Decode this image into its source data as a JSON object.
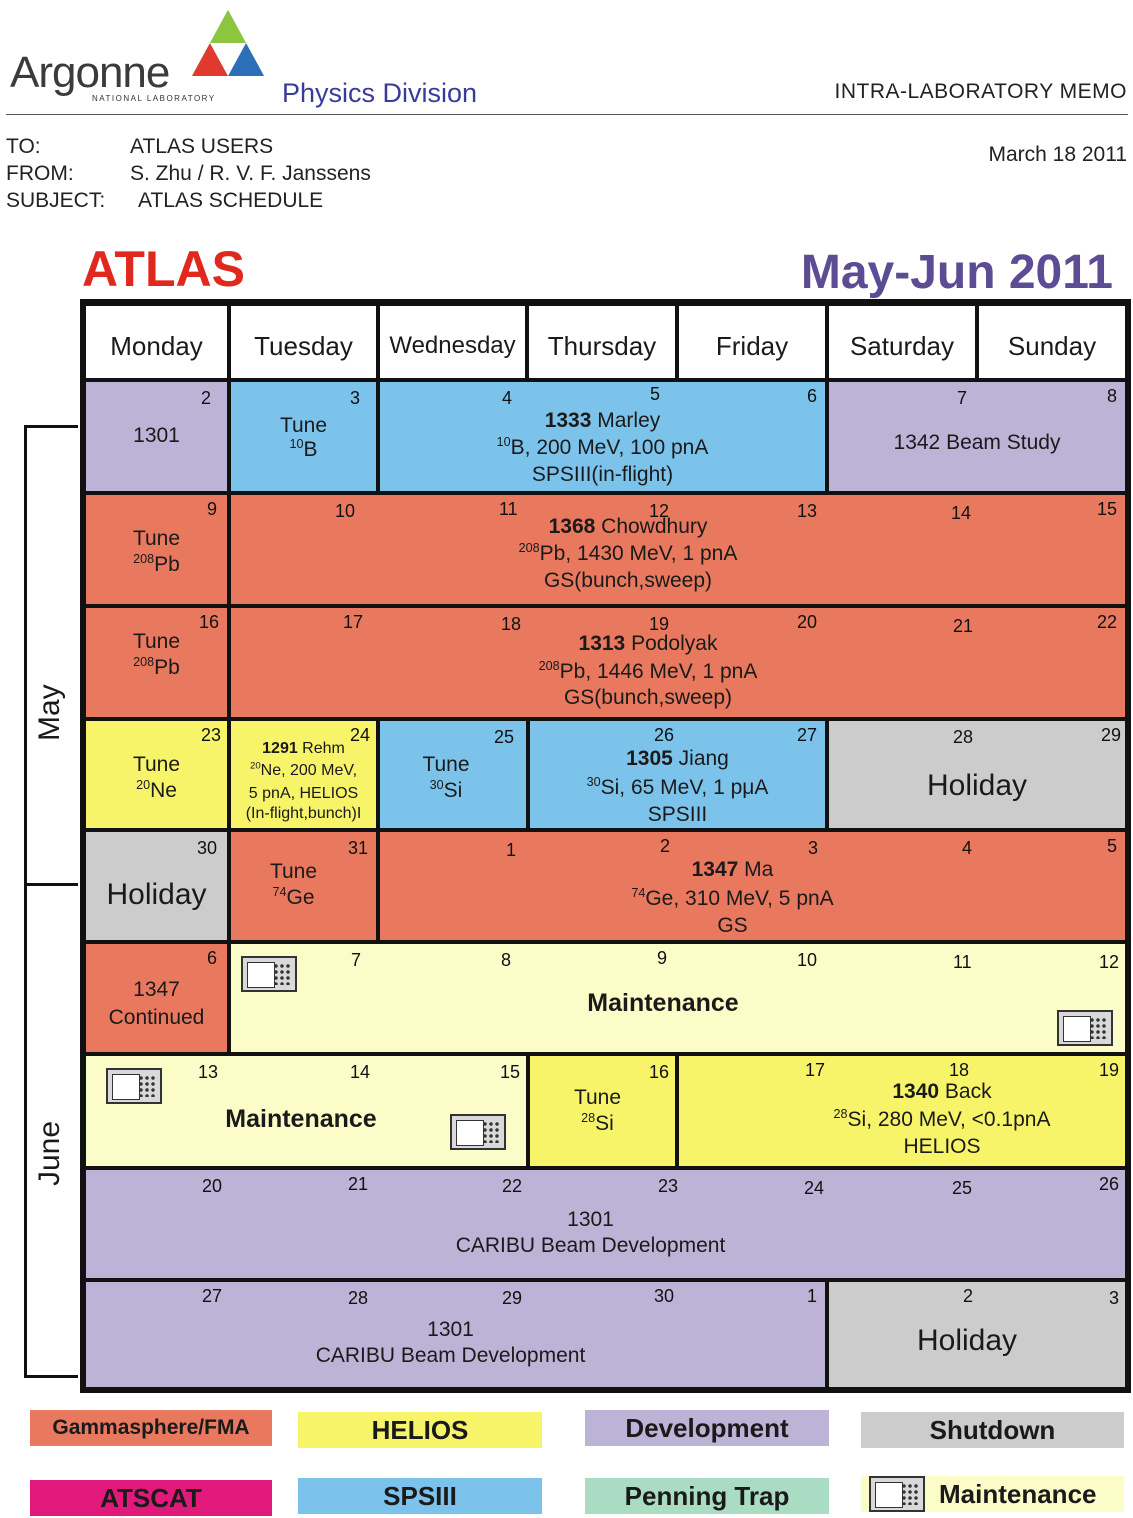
{
  "header": {
    "logo_word": "Argonne",
    "logo_sub": "NATIONAL LABORATORY",
    "division": "Physics Division",
    "memo_type": "INTRA-LABORATORY MEMO",
    "to_label": "TO:",
    "to_value": "ATLAS USERS",
    "from_label": "FROM:",
    "from_value": "S. Zhu / R. V. F. Janssens",
    "subject_label": "SUBJECT:",
    "subject_value": "ATLAS SCHEDULE",
    "date": "March 18 2011",
    "atlas_title": "ATLAS",
    "period_title": "May-Jun 2011"
  },
  "days": [
    "Monday",
    "Tuesday",
    "Wednesday",
    "Thursday",
    "Friday",
    "Saturday",
    "Sunday"
  ],
  "months": {
    "may": "May",
    "june": "June"
  },
  "day_numbers": [
    [
      "2",
      "3",
      "4",
      "5",
      "6",
      "7",
      "8"
    ],
    [
      "9",
      "10",
      "11",
      "12",
      "13",
      "14",
      "15"
    ],
    [
      "16",
      "17",
      "18",
      "19",
      "20",
      "21",
      "22"
    ],
    [
      "23",
      "24",
      "25",
      "26",
      "27",
      "28",
      "29"
    ],
    [
      "30",
      "31",
      "1",
      "2",
      "3",
      "4",
      "5"
    ],
    [
      "6",
      "7",
      "8",
      "9",
      "10",
      "11",
      "12"
    ],
    [
      "13",
      "14",
      "15",
      "16",
      "17",
      "18",
      "19"
    ],
    [
      "20",
      "21",
      "22",
      "23",
      "24",
      "25",
      "26"
    ],
    [
      "27",
      "28",
      "29",
      "30",
      "1",
      "2",
      "3"
    ]
  ],
  "events": {
    "w1_1301": "1301",
    "w1_tune": "Tune",
    "w1_tune_iso": "10",
    "w1_tune_el": "B",
    "w1_num": "1333",
    "w1_name": " Marley",
    "w1_iso": "10",
    "w1_beam": "B, 200 MeV, 100 pnA",
    "w1_dev": "SPSIII(in-flight)",
    "w1_study": "1342 Beam Study",
    "w2_tune": "Tune",
    "w2_iso": "208",
    "w2_el": "Pb",
    "w2_num": "1368",
    "w2_name": " Chowdhury",
    "w2_biso": "208",
    "w2_beam": "Pb, 1430 MeV, 1 pnA",
    "w2_dev": "GS(bunch,sweep)",
    "w3_tune": "Tune",
    "w3_iso": "208",
    "w3_el": "Pb",
    "w3_num": "1313",
    "w3_name": " Podolyak",
    "w3_biso": "208",
    "w3_beam": "Pb, 1446 MeV, 1 pnA",
    "w3_dev": "GS(bunch,sweep)",
    "w4_tune": "Tune",
    "w4_iso": "20",
    "w4_el": "Ne",
    "w4_hel_num": "1291",
    "w4_hel_name": " Rehm",
    "w4_hel_iso": "20",
    "w4_hel_l1": "Ne, 200 MeV,",
    "w4_hel_l2": "5 pnA, HELIOS",
    "w4_hel_l3": "(In-flight,bunch)I",
    "w4_tune2": "Tune",
    "w4_iso2": "30",
    "w4_el2": "Si",
    "w4_num": "1305",
    "w4_name": " Jiang",
    "w4_biso": "30",
    "w4_beam": "Si, 65 MeV, 1 pμA",
    "w4_dev": "SPSIII",
    "w4_holiday": "Holiday",
    "w5_holiday": "Holiday",
    "w5_tune": "Tune",
    "w5_iso": "74",
    "w5_el": "Ge",
    "w5_num": "1347",
    "w5_name": " Ma",
    "w5_biso": "74",
    "w5_beam": "Ge, 310 MeV, 5 pnA",
    "w5_dev": "GS",
    "w6_cont1": "1347",
    "w6_cont2": "Continued",
    "w6_maint": "Maintenance",
    "w7_maint": "Maintenance",
    "w7_tune": "Tune",
    "w7_iso": "28",
    "w7_el": "Si",
    "w7_num": "1340",
    "w7_name": " Back",
    "w7_biso": "28",
    "w7_beam": "Si, 280 MeV, <0.1pnA",
    "w7_dev": "HELIOS",
    "w8_l1": "1301",
    "w8_l2": "CARIBU Beam Development",
    "w9_l1": "1301",
    "w9_l2": "CARIBU Beam Development",
    "w9_holiday": "Holiday"
  },
  "legend": [
    {
      "label": "Gammasphere/FMA",
      "color": "#e8795e"
    },
    {
      "label": "HELIOS",
      "color": "#f8f46a"
    },
    {
      "label": "Development",
      "color": "#bcb3d7"
    },
    {
      "label": "Shutdown",
      "color": "#cccccc"
    },
    {
      "label": "ATSCAT",
      "color": "#e0197a"
    },
    {
      "label": "SPSIII",
      "color": "#7cc3ec"
    },
    {
      "label": "Penning Trap",
      "color": "#a9dcc3"
    },
    {
      "label": "Maintenance",
      "color": "#fcfcc8"
    }
  ]
}
